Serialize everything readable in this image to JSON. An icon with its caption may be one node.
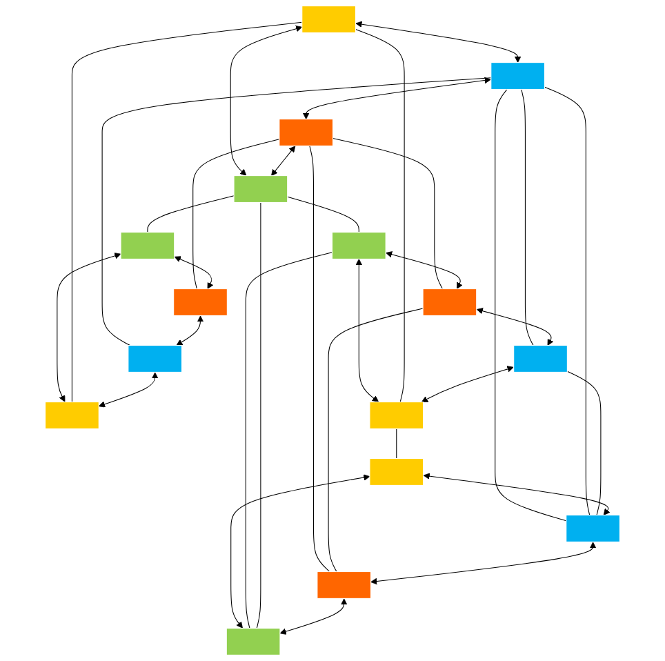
{
  "diagram": {
    "nodes": [
      {
        "text": [],
        "shape": "box"
      },
      {
        "text": [],
        "shape": "box"
      },
      {
        "text": [],
        "shape": "box"
      },
      {
        "text": [],
        "shape": "box"
      },
      {
        "text": [],
        "shape": "box"
      },
      {
        "text": [],
        "shape": "box"
      },
      {
        "text": [],
        "shape": "box"
      },
      {
        "text": [],
        "shape": "box"
      },
      {
        "text": [],
        "shape": "box"
      },
      {
        "text": [],
        "shape": "box"
      },
      {
        "text": [],
        "shape": "box"
      },
      {
        "text": [],
        "shape": "box"
      },
      {
        "text": [],
        "shape": "box"
      },
      {
        "text": [],
        "shape": "box"
      },
      {
        "text": [],
        "shape": "box"
      },
      {
        "text": [],
        "shape": "box"
      }
    ],
    "edges": [
      {
        "from": 0,
        "to": 1,
        "arrow": "both"
      },
      {
        "from": 1,
        "to": 5,
        "arrow": "both"
      },
      {
        "from": 5,
        "to": 4,
        "arrow": "both"
      },
      {
        "from": 4,
        "to": 0,
        "arrow": "both"
      },
      {
        "from": 2,
        "to": 3,
        "arrow": "both"
      },
      {
        "from": 3,
        "to": 7,
        "arrow": "both"
      },
      {
        "from": 7,
        "to": 6,
        "arrow": "both"
      },
      {
        "from": 6,
        "to": 2,
        "arrow": "both"
      },
      {
        "from": 8,
        "to": 9,
        "arrow": "both"
      },
      {
        "from": 9,
        "to": 13,
        "arrow": "both"
      },
      {
        "from": 13,
        "to": 12,
        "arrow": "both"
      },
      {
        "from": 12,
        "to": 8,
        "arrow": "both"
      },
      {
        "from": 10,
        "to": 11,
        "arrow": "both"
      },
      {
        "from": 11,
        "to": 15,
        "arrow": "both"
      },
      {
        "from": 15,
        "to": 14,
        "arrow": "both"
      },
      {
        "from": 14,
        "to": 10,
        "arrow": "both"
      },
      {
        "from": 1,
        "to": 2,
        "arrow": "none"
      },
      {
        "from": 5,
        "to": 6,
        "arrow": "none"
      },
      {
        "from": 9,
        "to": 10,
        "arrow": "none"
      },
      {
        "from": 13,
        "to": 14,
        "arrow": "none"
      },
      {
        "from": 4,
        "to": 8,
        "arrow": "none"
      },
      {
        "from": 5,
        "to": 9,
        "arrow": "none"
      },
      {
        "from": 0,
        "to": 3,
        "arrow": "none"
      },
      {
        "from": 4,
        "to": 7,
        "arrow": "none"
      },
      {
        "from": 1,
        "to": 13,
        "arrow": "none"
      },
      {
        "from": 0,
        "to": 12,
        "arrow": "none"
      },
      {
        "from": 4,
        "to": 11,
        "arrow": "none"
      },
      {
        "from": 1,
        "to": 14,
        "arrow": "none"
      },
      {
        "from": 1,
        "to": 14,
        "arrow": "none"
      },
      {
        "from": 5,
        "to": 10,
        "arrow": "none"
      },
      {
        "from": 8,
        "to": 11,
        "arrow": "none"
      },
      {
        "from": 12,
        "to": 15,
        "arrow": "none"
      }
    ]
  }
}
